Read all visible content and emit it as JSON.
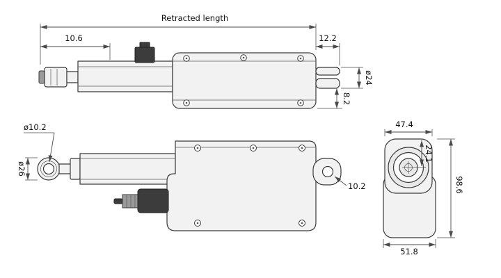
{
  "views": {
    "top": {
      "dims": {
        "retracted_length": "Retracted length",
        "front_length": "10.6",
        "rear_clevis_length": "12.2",
        "rear_clevis_od": "ø24",
        "rear_offset": "8.2"
      }
    },
    "side": {
      "dims": {
        "rod_end_hole": "ø10.2",
        "rod_end_od": "ø26",
        "mount_hole": "10.2"
      }
    },
    "end": {
      "dims": {
        "top_width": "47.4",
        "center_offset": "24.1",
        "height": "98.6",
        "bottom_width": "51.8"
      }
    }
  },
  "colors": {
    "background": "#ffffff",
    "outline": "#3a3a3a",
    "dimension": "#4a4a4a",
    "fill_light": "#f2f2f2",
    "fill_dark": "#3c3c3c"
  }
}
